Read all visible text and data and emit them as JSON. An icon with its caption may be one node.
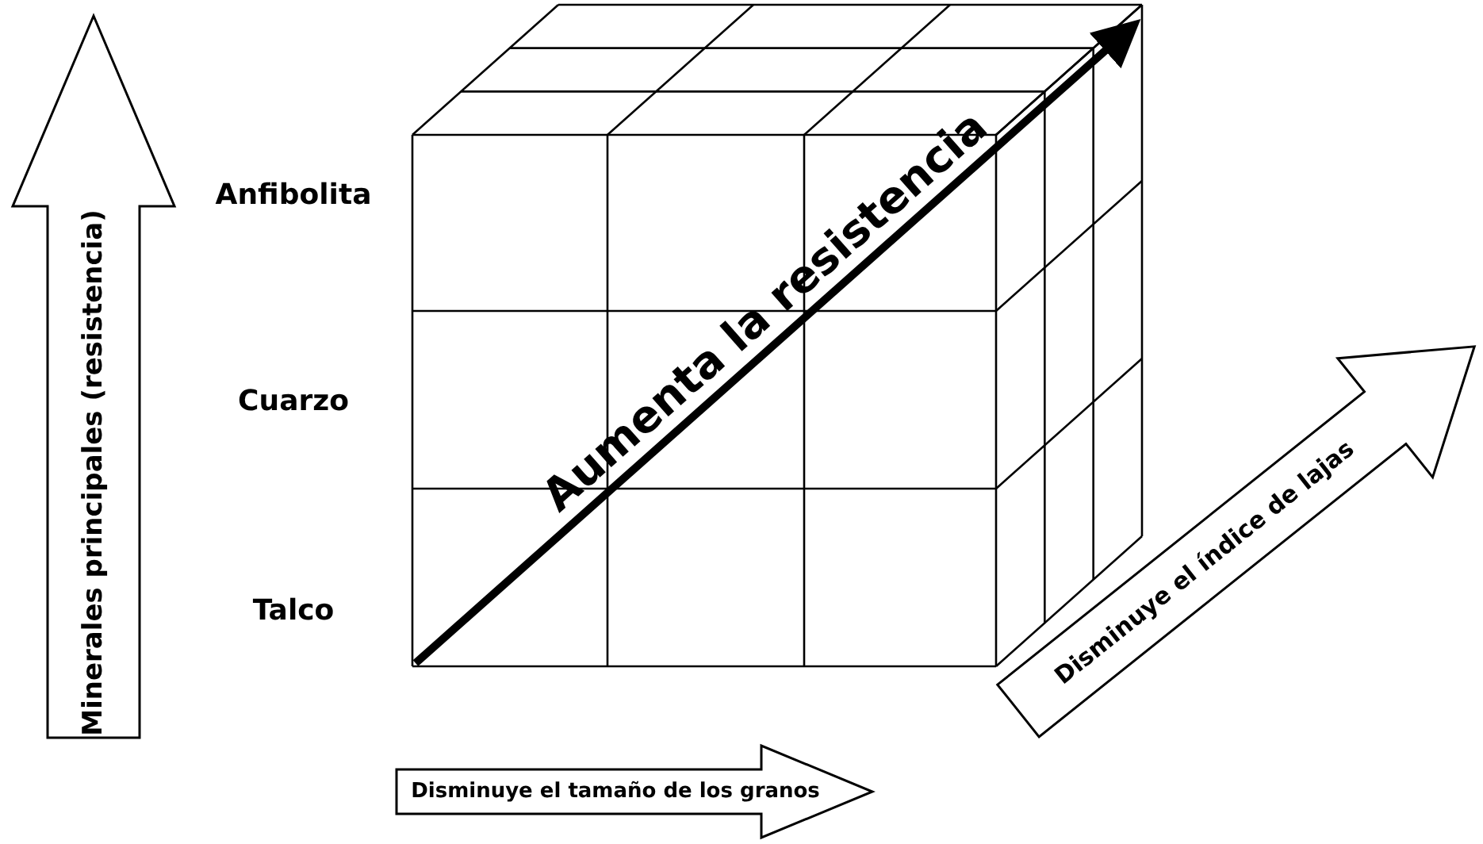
{
  "diagram": {
    "nodes": [
      {
        "text": [
          "Minerales principales (resistencia)"
        ]
      },
      {
        "text": [
          "Disminuye el tamaño de los granos"
        ]
      },
      {
        "text": [
          "Disminuye el índice de lajas"
        ]
      }
    ],
    "labels": [
      "Aumenta la resistencia",
      "Anfibolita",
      "Cuarzo",
      "Talco"
    ]
  }
}
